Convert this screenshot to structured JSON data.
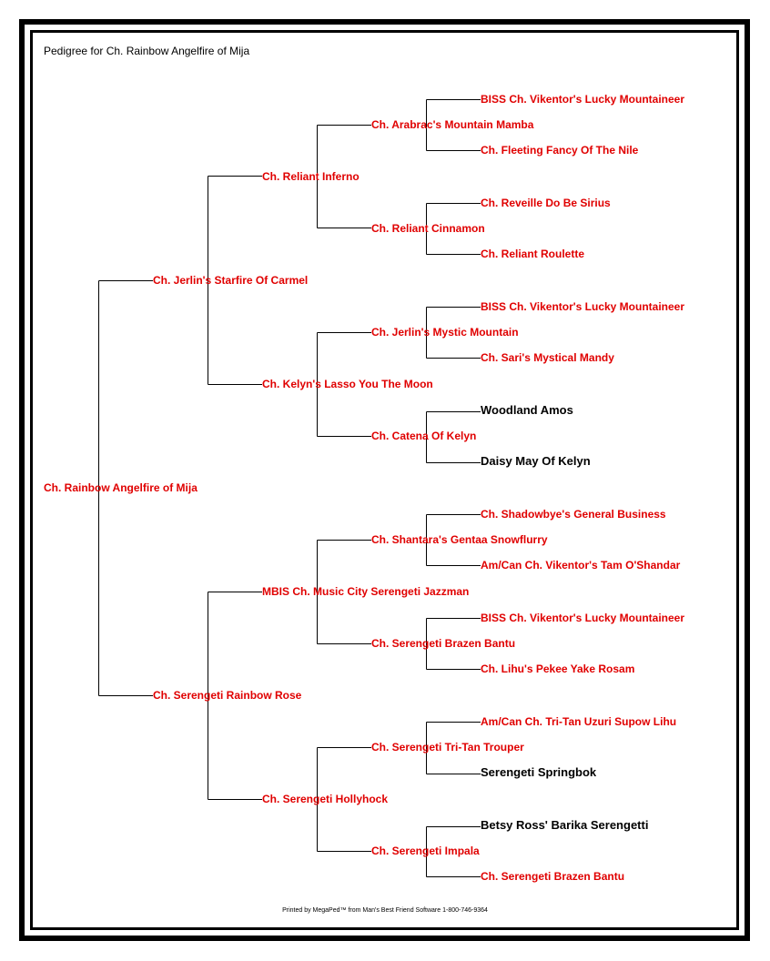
{
  "title": "Pedigree for Ch. Rainbow Angelfire of Mija",
  "footer": "Printed by MegaPed™ from Man's Best Friend Software 1-800-746-9364",
  "colors": {
    "champion": "#e00000",
    "non_champion": "#000000",
    "lines": "#000000"
  },
  "pedigree": {
    "subject": {
      "name": "Ch. Rainbow Angelfire of Mija",
      "champion": true
    },
    "sire": {
      "name": "Ch. Jerlin's Starfire Of Carmel",
      "champion": true
    },
    "dam": {
      "name": "Ch. Serengeti Rainbow Rose",
      "champion": true
    },
    "sire_sire": {
      "name": "Ch. Reliant Inferno",
      "champion": true
    },
    "sire_dam": {
      "name": "Ch. Kelyn's Lasso You The Moon",
      "champion": true
    },
    "dam_sire": {
      "name": "MBIS Ch. Music City Serengeti Jazzman",
      "champion": true
    },
    "dam_dam": {
      "name": "Ch. Serengeti Hollyhock",
      "champion": true
    },
    "sss": {
      "name": "Ch. Arabrac's Mountain Mamba",
      "champion": true
    },
    "ssd": {
      "name": "Ch. Reliant Cinnamon",
      "champion": true
    },
    "sds": {
      "name": "Ch. Jerlin's Mystic Mountain",
      "champion": true
    },
    "sdd": {
      "name": "Ch. Catena Of Kelyn",
      "champion": true
    },
    "dss": {
      "name": "Ch. Shantara's Gentaa Snowflurry",
      "champion": true
    },
    "dsd": {
      "name": "Ch. Serengeti Brazen Bantu",
      "champion": true
    },
    "dds": {
      "name": "Ch. Serengeti Tri-Tan Trouper",
      "champion": true
    },
    "ddd": {
      "name": "Ch. Serengeti Impala",
      "champion": true
    },
    "ssss": {
      "name": "BISS Ch. Vikentor's Lucky Mountaineer",
      "champion": true
    },
    "sssd": {
      "name": "Ch. Fleeting Fancy Of The Nile",
      "champion": true
    },
    "ssds": {
      "name": "Ch. Reveille Do Be Sirius",
      "champion": true
    },
    "ssdd": {
      "name": "Ch. Reliant Roulette",
      "champion": true
    },
    "sdss": {
      "name": "BISS Ch. Vikentor's Lucky Mountaineer",
      "champion": true
    },
    "sdsd": {
      "name": "Ch. Sari's Mystical Mandy",
      "champion": true
    },
    "sdds": {
      "name": "Woodland Amos",
      "champion": false
    },
    "sddd": {
      "name": "Daisy May Of Kelyn",
      "champion": false
    },
    "dsss": {
      "name": "Ch. Shadowbye's General Business",
      "champion": true
    },
    "dssd": {
      "name": "Am/Can Ch. Vikentor's Tam O'Shandar",
      "champion": true
    },
    "dsds": {
      "name": "BISS Ch. Vikentor's Lucky Mountaineer",
      "champion": true
    },
    "dsdd": {
      "name": "Ch. Lihu's Pekee Yake Rosam",
      "champion": true
    },
    "ddss": {
      "name": "Am/Can Ch. Tri-Tan Uzuri Supow Lihu",
      "champion": true
    },
    "ddsd": {
      "name": "Serengeti Springbok",
      "champion": false
    },
    "ddds": {
      "name": "Betsy Ross' Barika Serengetti",
      "champion": false
    },
    "dddd": {
      "name": "Ch. Serengeti Brazen Bantu",
      "champion": true
    }
  }
}
